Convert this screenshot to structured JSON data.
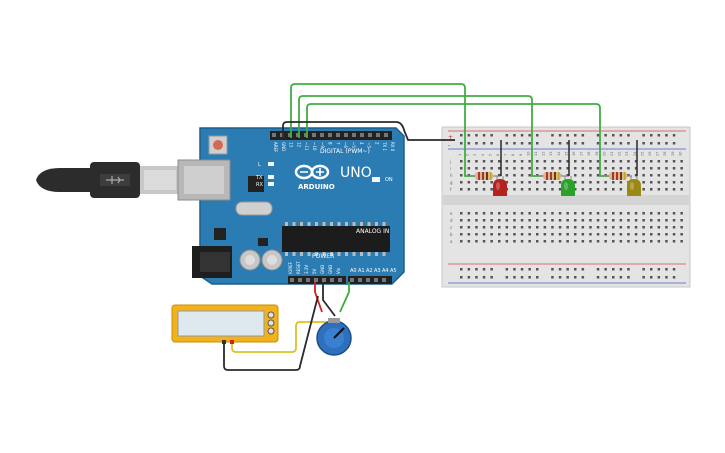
{
  "board": {
    "brand_a": "ARDUINO",
    "brand_b": "UNO",
    "digital_label": "DIGITAL (PWM~)",
    "analog_label": "ANALOG IN",
    "power_label": "POWER",
    "on_label": "ON",
    "l_label": "L",
    "tx_label": "TX",
    "rx_label": "RX",
    "digital_pins": [
      "AREF",
      "GND",
      "13",
      "12",
      "~11",
      "~10",
      "~9",
      "8",
      "7",
      "~6",
      "~5",
      "4",
      "~3",
      "2",
      "TX 1",
      "RX 0"
    ],
    "power_pins": [
      "IOREF",
      "RESET",
      "3.3V",
      "5V",
      "GND",
      "GND",
      "Vin"
    ],
    "analog_pins": [
      "A0",
      "A1",
      "A2",
      "A3",
      "A4",
      "A5"
    ]
  },
  "breadboard": {
    "numbers": [
      "1",
      "2",
      "3",
      "4",
      "5",
      "6",
      "7",
      "8",
      "9",
      "10",
      "11",
      "12",
      "13",
      "14",
      "15",
      "16",
      "17",
      "18",
      "19",
      "20",
      "21",
      "22",
      "23",
      "24",
      "25",
      "26",
      "27",
      "28",
      "29",
      "30"
    ],
    "top_rows": [
      "j",
      "i",
      "h",
      "g",
      "f"
    ],
    "bottom_rows": [
      "e",
      "d",
      "c",
      "b",
      "a"
    ],
    "rail_plus": "+",
    "rail_minus": "-"
  },
  "leds": [
    {
      "color_name": "red",
      "color": "#b3221e"
    },
    {
      "color_name": "green",
      "color": "#2aa12a"
    },
    {
      "color_name": "yellow",
      "color": "#9a8a15"
    }
  ],
  "colors": {
    "board": "#2b7cb3",
    "board_edge": "#1d5f8a",
    "wire_green": "#3fae3f",
    "wire_black": "#2a2a2a",
    "wire_red": "#d42020",
    "wire_yellow": "#e0c020",
    "meter": "#f2b21b",
    "pot": "#2e6fbe"
  }
}
